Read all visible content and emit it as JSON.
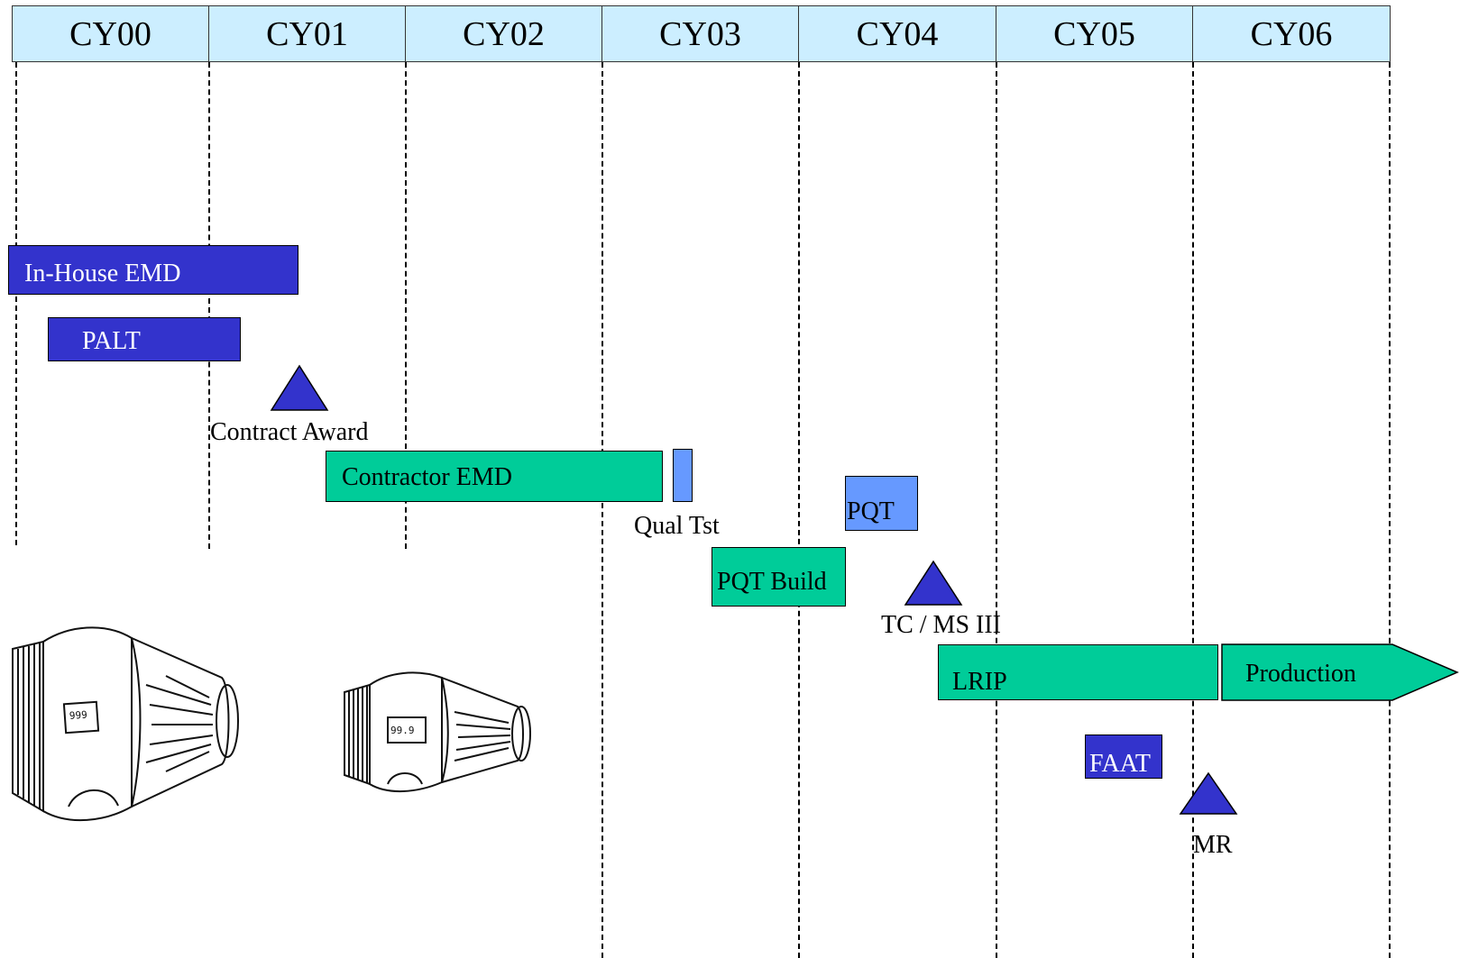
{
  "years": [
    "CY00",
    "CY01",
    "CY02",
    "CY03",
    "CY04",
    "CY05",
    "CY06"
  ],
  "bars": {
    "in_house_emd": "In-House EMD",
    "palt": "PALT",
    "contractor_emd": "Contractor EMD",
    "qual_tst": "Qual Tst",
    "pqt": "PQT",
    "pqt_build": "PQT Build",
    "lrip": "LRIP",
    "production": "Production",
    "faat": "FAAT"
  },
  "milestones": {
    "contract_award": "Contract Award",
    "tc_ms_iii": "TC / MS III",
    "mr": "MR"
  },
  "illustrations": {
    "left_display": "999",
    "right_display": "99.9"
  },
  "colors": {
    "header_fill": "#cceeff",
    "task_blue": "#3333cc",
    "task_green": "#00cc99",
    "task_light_blue": "#6699ff"
  }
}
